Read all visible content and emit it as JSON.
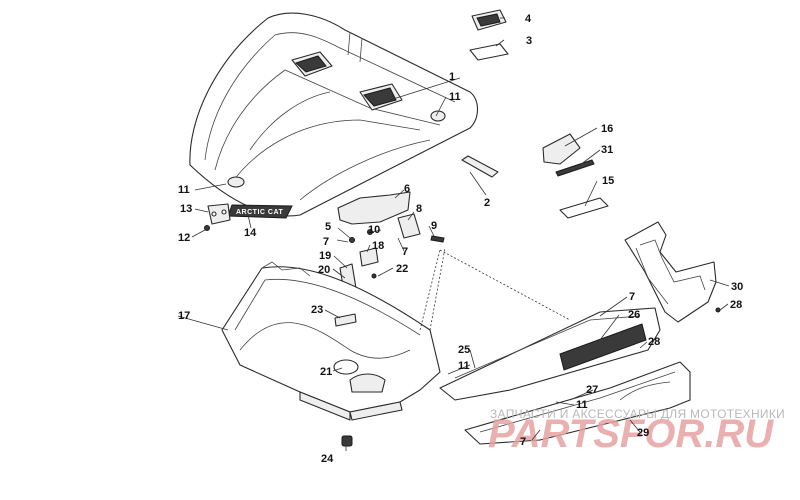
{
  "diagram": {
    "decal_text": "ARCTIC CAT",
    "watermark": {
      "caption": "ЗАПЧАСТИ И АКСЕССУАРЫ ДЛЯ МОТОТЕХНИКИ",
      "logo": "PARTSFOR.RU"
    },
    "callouts": [
      {
        "id": "c1",
        "label": "1"
      },
      {
        "id": "c2",
        "label": "2"
      },
      {
        "id": "c3",
        "label": "3"
      },
      {
        "id": "c4",
        "label": "4"
      },
      {
        "id": "c5",
        "label": "5"
      },
      {
        "id": "c6",
        "label": "6"
      },
      {
        "id": "c7a",
        "label": "7"
      },
      {
        "id": "c7b",
        "label": "7"
      },
      {
        "id": "c7c",
        "label": "7"
      },
      {
        "id": "c7d",
        "label": "7"
      },
      {
        "id": "c8",
        "label": "8"
      },
      {
        "id": "c9",
        "label": "9"
      },
      {
        "id": "c10",
        "label": "10"
      },
      {
        "id": "c11a",
        "label": "11"
      },
      {
        "id": "c11b",
        "label": "11"
      },
      {
        "id": "c11c",
        "label": "11"
      },
      {
        "id": "c11d",
        "label": "11"
      },
      {
        "id": "c12",
        "label": "12"
      },
      {
        "id": "c13",
        "label": "13"
      },
      {
        "id": "c14",
        "label": "14"
      },
      {
        "id": "c15",
        "label": "15"
      },
      {
        "id": "c16",
        "label": "16"
      },
      {
        "id": "c17",
        "label": "17"
      },
      {
        "id": "c18",
        "label": "18"
      },
      {
        "id": "c19",
        "label": "19"
      },
      {
        "id": "c20",
        "label": "20"
      },
      {
        "id": "c21",
        "label": "21"
      },
      {
        "id": "c22",
        "label": "22"
      },
      {
        "id": "c23",
        "label": "23"
      },
      {
        "id": "c24",
        "label": "24"
      },
      {
        "id": "c25",
        "label": "25"
      },
      {
        "id": "c26",
        "label": "26"
      },
      {
        "id": "c27",
        "label": "27"
      },
      {
        "id": "c28a",
        "label": "28"
      },
      {
        "id": "c28b",
        "label": "28"
      },
      {
        "id": "c29",
        "label": "29"
      },
      {
        "id": "c30",
        "label": "30"
      },
      {
        "id": "c31",
        "label": "31"
      }
    ]
  }
}
